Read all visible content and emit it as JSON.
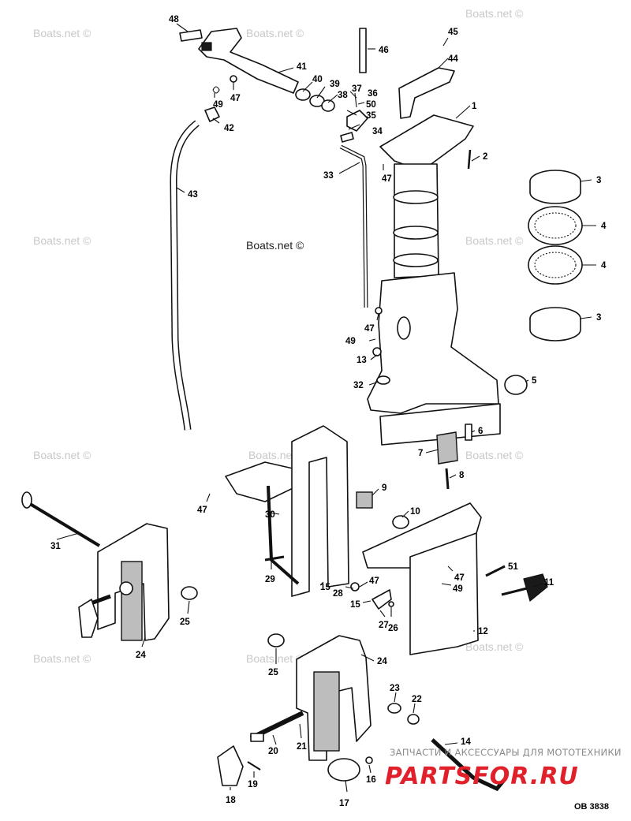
{
  "diagram": {
    "callouts": [
      {
        "id": "48",
        "label": "48"
      },
      {
        "id": "46",
        "label": "46"
      },
      {
        "id": "45",
        "label": "45"
      },
      {
        "id": "44",
        "label": "44"
      },
      {
        "id": "41",
        "label": "41"
      },
      {
        "id": "40",
        "label": "40"
      },
      {
        "id": "39",
        "label": "39"
      },
      {
        "id": "38",
        "label": "38"
      },
      {
        "id": "37",
        "label": "37"
      },
      {
        "id": "36",
        "label": "36"
      },
      {
        "id": "50",
        "label": "50"
      },
      {
        "id": "35",
        "label": "35"
      },
      {
        "id": "34",
        "label": "34"
      },
      {
        "id": "47a",
        "label": "47"
      },
      {
        "id": "49a",
        "label": "49"
      },
      {
        "id": "42",
        "label": "42"
      },
      {
        "id": "1",
        "label": "1"
      },
      {
        "id": "2",
        "label": "2"
      },
      {
        "id": "3a",
        "label": "3"
      },
      {
        "id": "4a",
        "label": "4"
      },
      {
        "id": "4b",
        "label": "4"
      },
      {
        "id": "3b",
        "label": "3"
      },
      {
        "id": "43",
        "label": "43"
      },
      {
        "id": "33",
        "label": "33"
      },
      {
        "id": "47b",
        "label": "47"
      },
      {
        "id": "47c",
        "label": "47"
      },
      {
        "id": "49b",
        "label": "49"
      },
      {
        "id": "13",
        "label": "13"
      },
      {
        "id": "32",
        "label": "32"
      },
      {
        "id": "5",
        "label": "5"
      },
      {
        "id": "6",
        "label": "6"
      },
      {
        "id": "7",
        "label": "7"
      },
      {
        "id": "8",
        "label": "8"
      },
      {
        "id": "9",
        "label": "9"
      },
      {
        "id": "47d",
        "label": "47"
      },
      {
        "id": "30",
        "label": "30"
      },
      {
        "id": "10",
        "label": "10"
      },
      {
        "id": "31",
        "label": "31"
      },
      {
        "id": "29",
        "label": "29"
      },
      {
        "id": "15a",
        "label": "15"
      },
      {
        "id": "47e",
        "label": "47"
      },
      {
        "id": "28",
        "label": "28"
      },
      {
        "id": "15b",
        "label": "15"
      },
      {
        "id": "27",
        "label": "27"
      },
      {
        "id": "26",
        "label": "26"
      },
      {
        "id": "47f",
        "label": "47"
      },
      {
        "id": "49c",
        "label": "49"
      },
      {
        "id": "51",
        "label": "51"
      },
      {
        "id": "11",
        "label": "11"
      },
      {
        "id": "12",
        "label": "12"
      },
      {
        "id": "25a",
        "label": "25"
      },
      {
        "id": "24a",
        "label": "24"
      },
      {
        "id": "25b",
        "label": "25"
      },
      {
        "id": "24b",
        "label": "24"
      },
      {
        "id": "23",
        "label": "23"
      },
      {
        "id": "22",
        "label": "22"
      },
      {
        "id": "21",
        "label": "21"
      },
      {
        "id": "20",
        "label": "20"
      },
      {
        "id": "14",
        "label": "14"
      },
      {
        "id": "19",
        "label": "19"
      },
      {
        "id": "16",
        "label": "16"
      },
      {
        "id": "17",
        "label": "17"
      },
      {
        "id": "18",
        "label": "18"
      }
    ],
    "drawing_code": "OB 3838"
  },
  "watermarks": {
    "text": "Boats.net ©"
  },
  "banner": {
    "tagline": "ЗАПЧАСТИ И АКСЕССУАРЫ ДЛЯ МОТОТЕХНИКИ",
    "brand": "PARTSFOR.RU",
    "brand_color": "#e0202a"
  }
}
